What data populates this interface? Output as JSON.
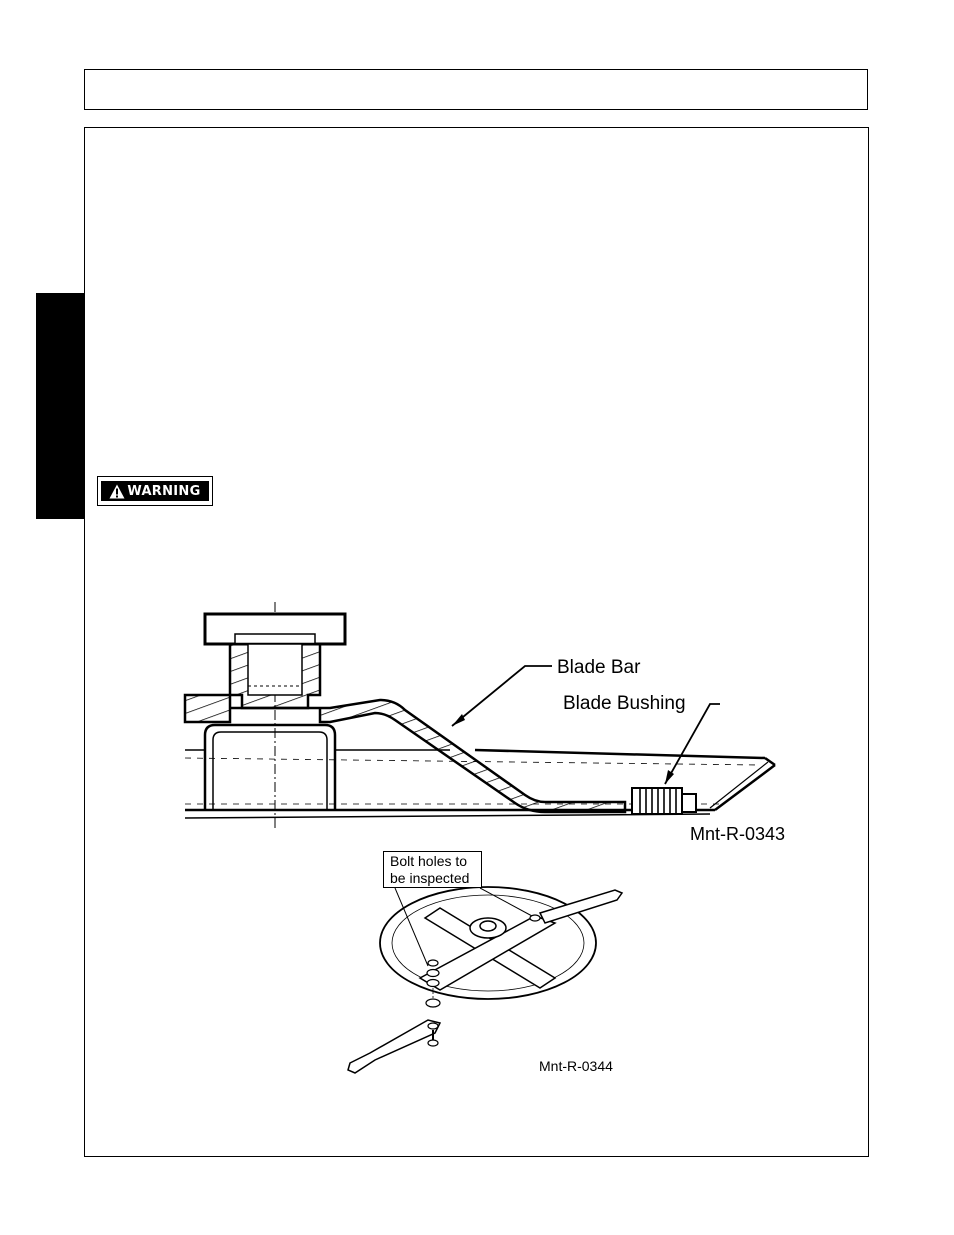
{
  "page": {
    "header_text": "",
    "warning_label": "WARNING"
  },
  "figure_top": {
    "callouts": {
      "blade_bar": "Blade Bar",
      "blade_bushing": "Blade Bushing"
    },
    "figure_id": "Mnt-R-0343"
  },
  "figure_bottom": {
    "callout_line1": "Bolt holes to",
    "callout_line2": "be inspected",
    "figure_id": "Mnt-R-0344"
  }
}
